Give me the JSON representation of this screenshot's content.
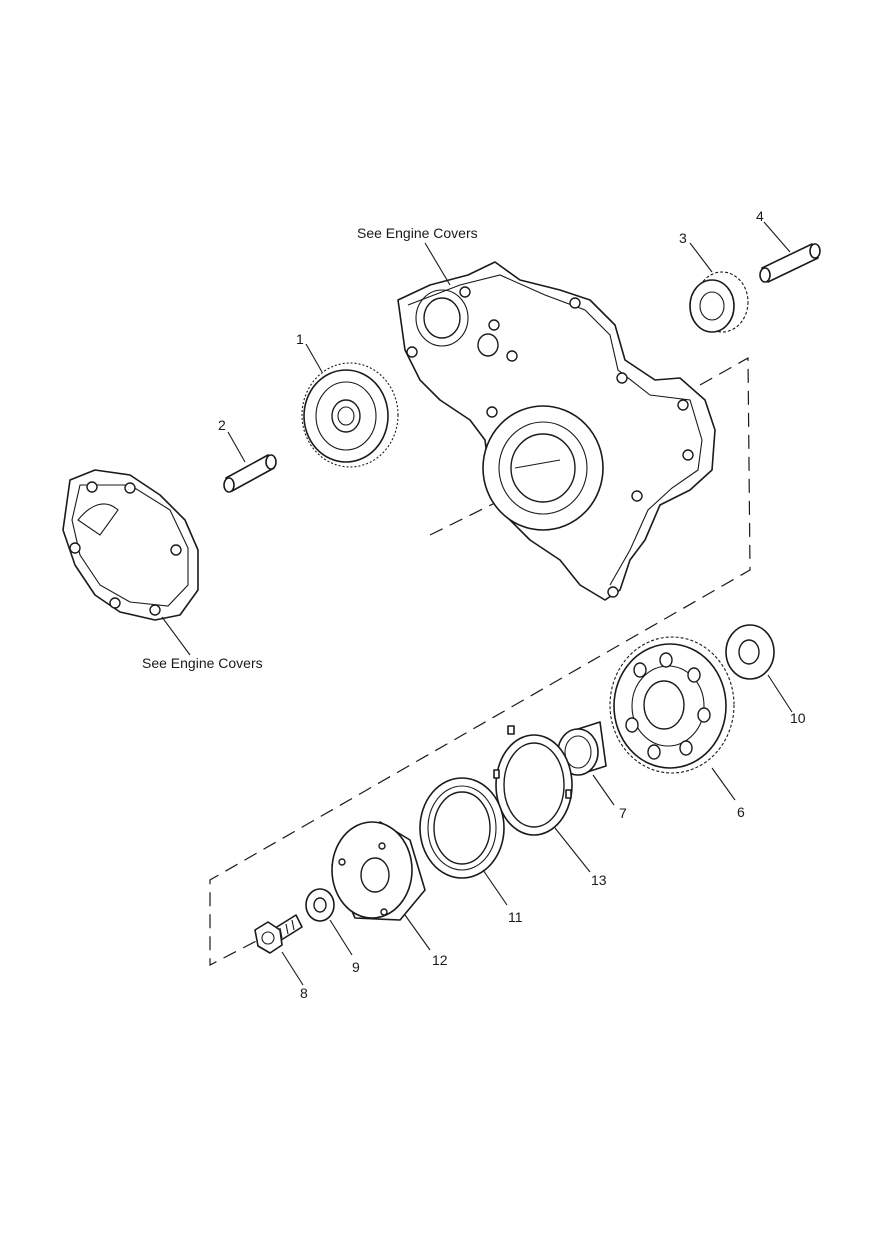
{
  "diagram": {
    "callouts": [
      {
        "id": "label-1",
        "text": "1"
      },
      {
        "id": "label-2",
        "text": "2"
      },
      {
        "id": "label-3",
        "text": "3"
      },
      {
        "id": "label-4",
        "text": "4"
      },
      {
        "id": "label-6",
        "text": "6"
      },
      {
        "id": "label-7",
        "text": "7"
      },
      {
        "id": "label-8",
        "text": "8"
      },
      {
        "id": "label-9",
        "text": "9"
      },
      {
        "id": "label-10",
        "text": "10"
      },
      {
        "id": "label-11",
        "text": "11"
      },
      {
        "id": "label-12",
        "text": "12"
      },
      {
        "id": "label-13",
        "text": "13"
      }
    ],
    "notes": {
      "engine_covers_top": "See Engine Covers",
      "engine_covers_left": "See Engine Covers"
    }
  }
}
